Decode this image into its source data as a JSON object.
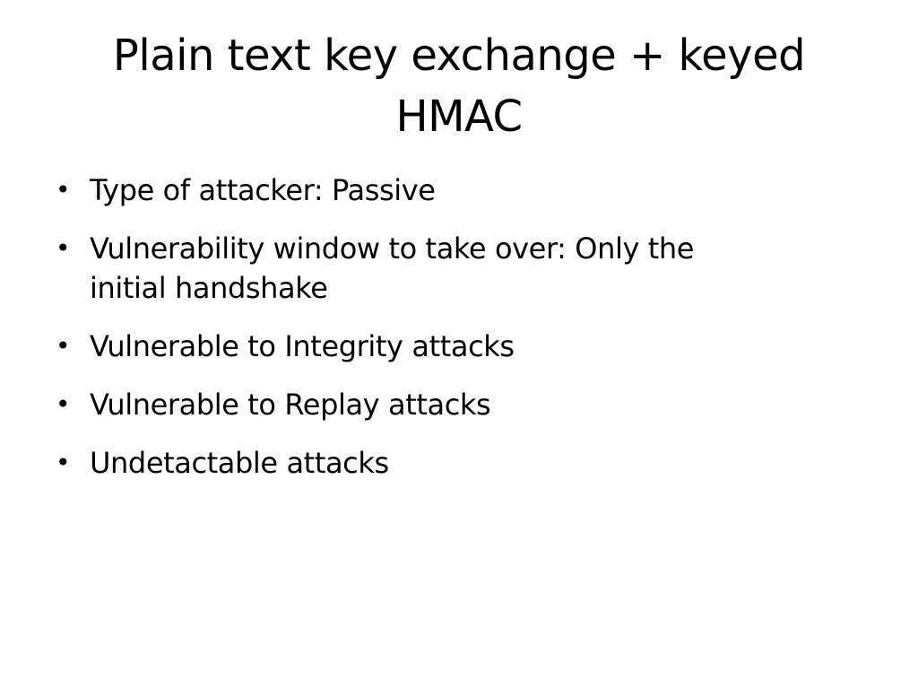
{
  "slide": {
    "title_lines": [
      "Plain text key exchange + keyed",
      "HMAC"
    ],
    "bullet_glyph": "•",
    "bullets": [
      {
        "lines": [
          "Type of attacker: Passive"
        ]
      },
      {
        "lines": [
          "Vulnerability window to take over: Only the",
          "initial handshake"
        ]
      },
      {
        "lines": [
          "Vulnerable to Integrity attacks"
        ]
      },
      {
        "lines": [
          "Vulnerable to Replay attacks"
        ]
      },
      {
        "lines": [
          "Undetactable attacks"
        ]
      }
    ],
    "colors": {
      "background": "#ffffff",
      "text": "#000000"
    }
  }
}
